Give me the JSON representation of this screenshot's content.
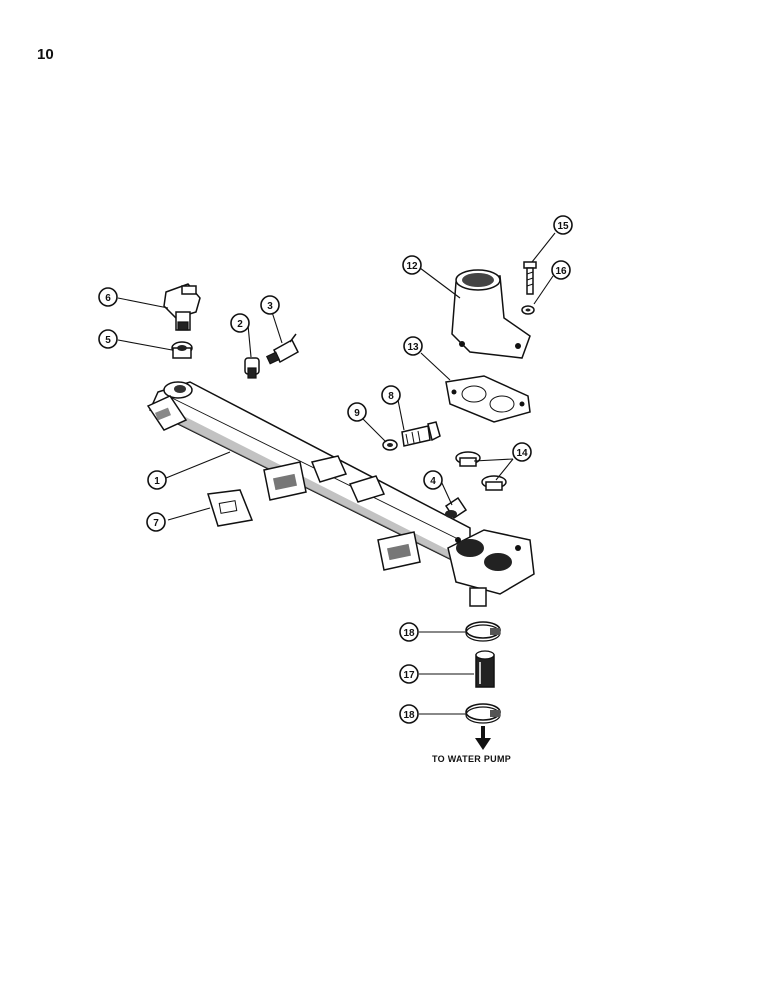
{
  "page": {
    "number": "10"
  },
  "callouts": [
    {
      "id": "1",
      "label": "1"
    },
    {
      "id": "2",
      "label": "2"
    },
    {
      "id": "3",
      "label": "3"
    },
    {
      "id": "4",
      "label": "4"
    },
    {
      "id": "5",
      "label": "5"
    },
    {
      "id": "6",
      "label": "6"
    },
    {
      "id": "7",
      "label": "7"
    },
    {
      "id": "8",
      "label": "8"
    },
    {
      "id": "9",
      "label": "9"
    },
    {
      "id": "12",
      "label": "12"
    },
    {
      "id": "13",
      "label": "13"
    },
    {
      "id": "14",
      "label": "14"
    },
    {
      "id": "15",
      "label": "15"
    },
    {
      "id": "16",
      "label": "16"
    },
    {
      "id": "17",
      "label": "17"
    },
    {
      "id": "18a",
      "label": "18"
    },
    {
      "id": "18b",
      "label": "18"
    }
  ],
  "caption": {
    "text": "TO WATER PUMP"
  }
}
